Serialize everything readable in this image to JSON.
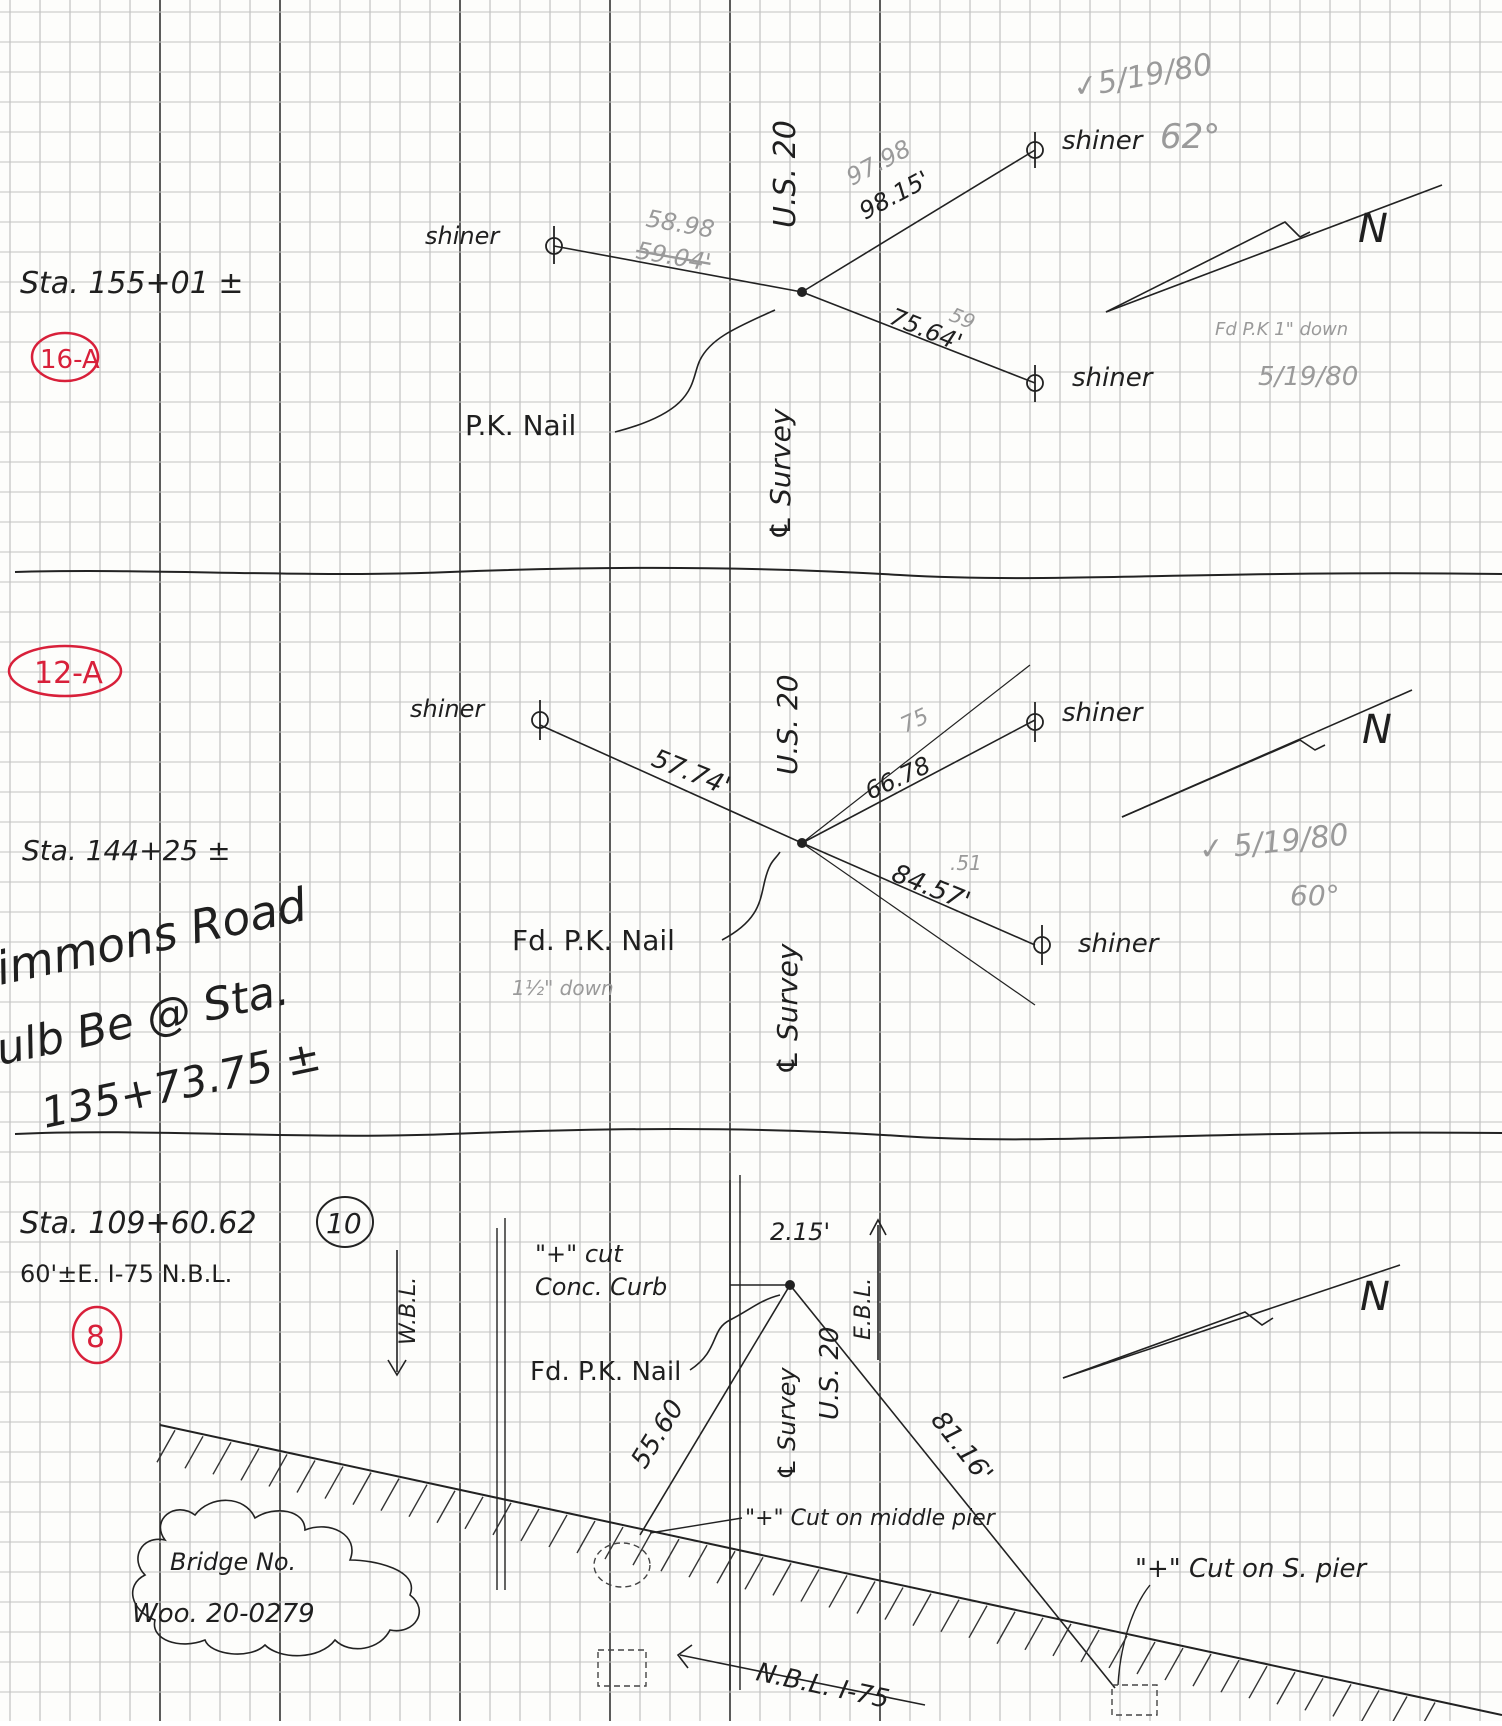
{
  "section_16a": {
    "station": "Sta. 155+01 ±",
    "id": "16-A",
    "shiner_w": "shiner",
    "shiner_ne": "shiner",
    "shiner_se": "shiner",
    "dist_w_new": "58.98",
    "dist_w_old": "59.04'",
    "dist_ne_new": "97.98",
    "dist_ne_old": "98.15'",
    "dist_se_new": "59",
    "dist_se_old": "75.64'",
    "road": "U.S. 20",
    "survey": "℄ Survey",
    "pk": "P.K. Nail",
    "check": "✓5/19/80",
    "temp": "62°",
    "note_line1": "Fd P.K 1\" down",
    "note_line2": "5/19/80",
    "north": "N"
  },
  "section_12a": {
    "station": "Sta. 144+25 ±",
    "id": "12-A",
    "shiner_w": "shiner",
    "shiner_ne": "shiner",
    "shiner_se": "shiner",
    "dist_w": "57.74'",
    "dist_ne_new": "75",
    "dist_ne_old": "66.78",
    "dist_se_new": ".51",
    "dist_se_old": "84.57'",
    "road": "U.S. 20",
    "survey": "℄ Survey",
    "pk": "Fd. P.K. Nail",
    "pk_down": "1½\" down",
    "check": "✓ 5/19/80",
    "temp": "60°",
    "north": "N"
  },
  "margin_note": {
    "line1": "immons Road",
    "line2": "ulb Be @ Sta.",
    "line3": "135+73.75 ±"
  },
  "section_10": {
    "station": "Sta. 109+60.62",
    "id": "10",
    "offset": "60'±E. I-75 N.B.L.",
    "id2": "8",
    "wbl": "W.B.L.",
    "ebl": "E.B.L.",
    "cut_curb1": "\"+\" cut",
    "cut_curb2": "Conc. Curb",
    "dist_curb": "2.15'",
    "pk": "Fd. P.K. Nail",
    "road": "U.S. 20",
    "survey": "℄ Survey",
    "dist_middle": "55.60",
    "dist_south": "81.16'",
    "middle_pier": "\"+\" Cut on middle pier",
    "south_pier": "\"+\" Cut on S. pier",
    "bridge1": "Bridge No.",
    "bridge2": "Woo. 20-0279",
    "nbl": "N.B.L. I-75",
    "north": "N"
  }
}
